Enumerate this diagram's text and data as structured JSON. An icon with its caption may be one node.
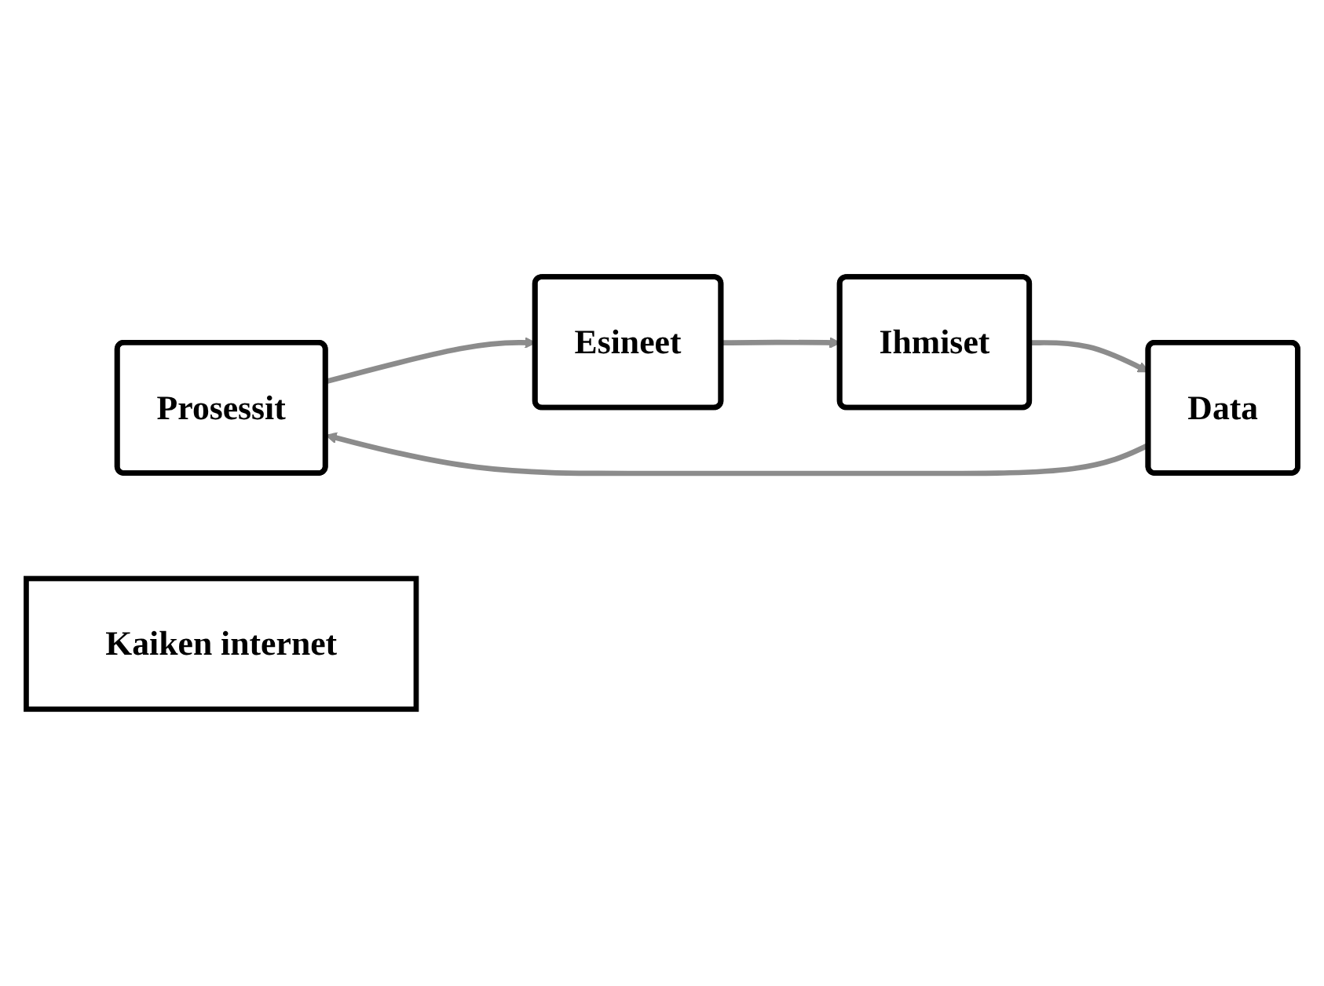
{
  "diagram": {
    "nodes": [
      {
        "text": [
          "Prosessit"
        ]
      },
      {
        "text": [
          "Esineet"
        ]
      },
      {
        "text": [
          "Kaiken internet"
        ]
      },
      {
        "text": [
          "Data"
        ]
      },
      {
        "text": [
          "Ihmiset"
        ]
      }
    ],
    "edges": [
      {
        "from": 0,
        "to": 1,
        "arrow": "to"
      },
      {
        "from": 1,
        "to": 4,
        "arrow": "to"
      },
      {
        "from": 4,
        "to": 3,
        "arrow": "to"
      },
      {
        "from": 3,
        "to": 0,
        "arrow": "to"
      }
    ]
  }
}
